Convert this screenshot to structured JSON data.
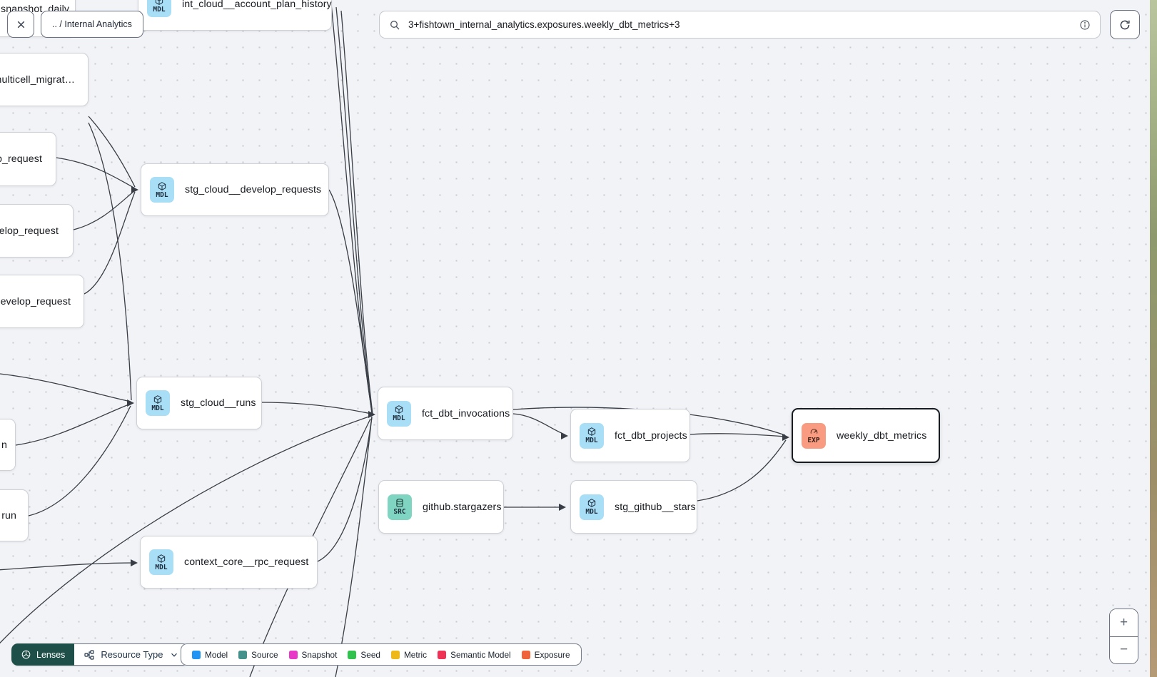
{
  "header": {
    "breadcrumb": ".. / Internal Analytics",
    "search": {
      "value": "3+fishtown_internal_analytics.exposures.weekly_dbt_metrics+3"
    }
  },
  "graph": {
    "nodes": [
      {
        "id": "snapshot_daily",
        "label": "snapshot_daily",
        "badge": "",
        "truncated": true
      },
      {
        "id": "int_cloud__account_plan_history",
        "label": "int_cloud__account_plan_history",
        "badge": "MDL"
      },
      {
        "id": "multicell_migrat",
        "label": "multicell_migrat…",
        "badge": "",
        "truncated": true
      },
      {
        "id": "p_request",
        "label": "p_request",
        "badge": "",
        "truncated": true
      },
      {
        "id": "stg_cloud__develop_requests",
        "label": "stg_cloud__develop_requests",
        "badge": "MDL"
      },
      {
        "id": "velop_request",
        "label": "velop_request",
        "badge": "",
        "truncated": true
      },
      {
        "id": "develop_request",
        "label": "develop_request",
        "badge": "",
        "truncated": true
      },
      {
        "id": "stg_cloud__runs",
        "label": "stg_cloud__runs",
        "badge": "MDL"
      },
      {
        "id": "n",
        "label": "n",
        "badge": "",
        "truncated": true
      },
      {
        "id": "run",
        "label": "run",
        "badge": "",
        "truncated": true
      },
      {
        "id": "fct_dbt_invocations",
        "label": "fct_dbt_invocations",
        "badge": "MDL"
      },
      {
        "id": "github.stargazers",
        "label": "github.stargazers",
        "badge": "SRC"
      },
      {
        "id": "fct_dbt_projects",
        "label": "fct_dbt_projects",
        "badge": "MDL"
      },
      {
        "id": "stg_github__stars",
        "label": "stg_github__stars",
        "badge": "MDL"
      },
      {
        "id": "weekly_dbt_metrics",
        "label": "weekly_dbt_metrics",
        "badge": "EXP",
        "selected": true
      },
      {
        "id": "context_core__rpc_request",
        "label": "context_core__rpc_request",
        "badge": "MDL"
      }
    ]
  },
  "toolbar": {
    "lenses": "Lenses",
    "resource_type": "Resource Type"
  },
  "legend": {
    "items": [
      {
        "label": "Model",
        "color": "#2095F3"
      },
      {
        "label": "Source",
        "color": "#43918A"
      },
      {
        "label": "Snapshot",
        "color": "#E838C8"
      },
      {
        "label": "Seed",
        "color": "#2FC24D"
      },
      {
        "label": "Metric",
        "color": "#EEB819"
      },
      {
        "label": "Semantic Model",
        "color": "#EF3156"
      },
      {
        "label": "Exposure",
        "color": "#F0633A"
      }
    ]
  },
  "zoom_controls": {
    "zoom_in": "+",
    "zoom_out": "−"
  },
  "colors": {
    "model_badge": "#A9DEF7",
    "source_badge": "#7FD4C2",
    "exposure_badge": "#F89B80",
    "edge": "#383D46",
    "lenses_bg": "#1E4F49",
    "selected_border": "#171B22",
    "canvas_bg": "#F2F3F6"
  }
}
